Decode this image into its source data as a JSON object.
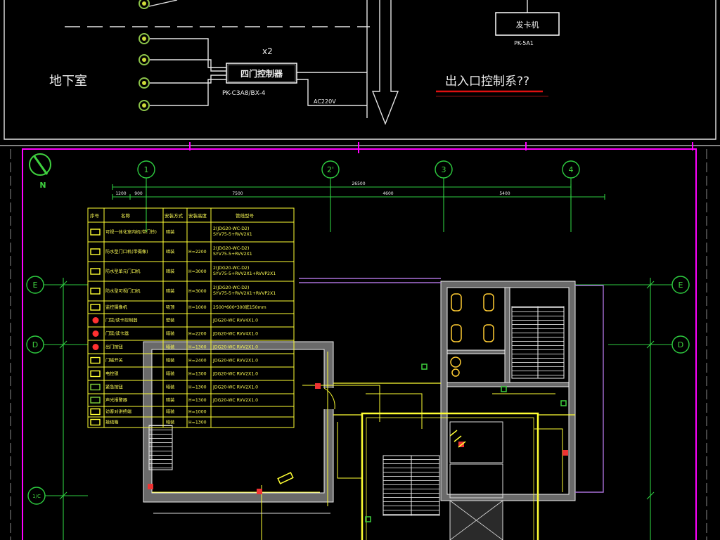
{
  "drawing": {
    "riser": {
      "basement_label": "地下室",
      "multiplier": "x2",
      "controller_label": "四门控制器",
      "controller_model": "PK-C3A8/BX-4",
      "power_label": "AC220V",
      "card_issuer_label": "发卡机",
      "card_issuer_model": "PK-5A1",
      "system_title": "出入口控制系??"
    },
    "plan": {
      "north_label": "N",
      "axes_horizontal": [
        "1",
        "2'",
        "3",
        "4"
      ],
      "axes_vertical": [
        "E",
        "D",
        "1/C"
      ],
      "dimensions": {
        "overall": "26500",
        "segments": [
          "1200",
          "900",
          "7500",
          "4600",
          "5400"
        ]
      },
      "legend": {
        "headers": [
          "序号",
          "名称",
          "安装方式",
          "安装高度",
          "管线型号"
        ],
        "rows": [
          {
            "icon": "video-indoor-unit-icon",
            "icon_color": "#ffff33",
            "name": "可视一体化室内机(带门铃)",
            "mount": "暗装",
            "height": "",
            "cable": [
              "2(JDG20-WC-D2)",
              "SYV75-5+RVV2X1"
            ]
          },
          {
            "icon": "outdoor-station-icon",
            "icon_color": "#ffff33",
            "name": "防水型门口机(带摄像)",
            "mount": "暗装",
            "height": "H=2200",
            "cable": [
              "2(JDG20-WC-D2)",
              "SYV75-5+RVV2X1"
            ]
          },
          {
            "icon": "unit-door-station-icon",
            "icon_color": "#ffff33",
            "name": "防水型单元门口机",
            "mount": "暗装",
            "height": "H=3000",
            "cable": [
              "2(JDG20-WC-D2)",
              "SYV75-5+RVV2X1+RVVP2X1"
            ]
          },
          {
            "icon": "video-door-station-icon",
            "icon_color": "#ffff33",
            "name": "防水型可视门口机",
            "mount": "暗装",
            "height": "H=3000",
            "cable": [
              "2(JDG20-WC-D2)",
              "SYV75-5+RVV2X1+RVVP2X1"
            ]
          },
          {
            "icon": "cctv-camera-icon",
            "icon_color": "#ffff33",
            "name": "监控摄像机",
            "mount": "吸顶",
            "height": "H=1000",
            "cable": [
              "2500*600*300底150mm"
            ]
          },
          {
            "icon": "access-controller-icon",
            "icon_color": "#ff3030",
            "name": "门禁/读卡控制器",
            "mount": "壁装",
            "height": "",
            "cable": [
              "JDG20-WC RVV4X1.0"
            ]
          },
          {
            "icon": "card-reader-icon",
            "icon_color": "#ff3030",
            "name": "门禁/读卡器",
            "mount": "暗装",
            "height": "H=2200",
            "cable": [
              "JDG20-WC RVV4X1.0"
            ]
          },
          {
            "icon": "exit-button-icon",
            "icon_color": "#ff3030",
            "name": "出门按钮",
            "mount": "暗装",
            "height": "H=1300",
            "cable": [
              "JDG20-WC RVV2X1.0"
            ]
          },
          {
            "icon": "door-contact-icon",
            "icon_color": "#ffff33",
            "name": "门磁开关",
            "mount": "暗装",
            "height": "H=2400",
            "cable": [
              "JDG20-WC RVV2X1.0"
            ]
          },
          {
            "icon": "electric-lock-icon",
            "icon_color": "#ffff33",
            "name": "电控锁",
            "mount": "暗装",
            "height": "H=1300",
            "cable": [
              "JDG20-WC RVV2X1.0"
            ]
          },
          {
            "icon": "emergency-button-icon",
            "icon_color": "#7fd13b",
            "name": "紧急按钮",
            "mount": "暗装",
            "height": "H=1300",
            "cable": [
              "JDG20-WC RVV2X1.0"
            ]
          },
          {
            "icon": "alarm-sounder-icon",
            "icon_color": "#7fd13b",
            "name": "声光报警器",
            "mount": "暗装",
            "height": "H=1300",
            "cable": [
              "JDG20-WC RVV2X1.0"
            ]
          },
          {
            "icon": "intercom-terminal-icon",
            "icon_color": "#ffff33",
            "name": "访客对讲终端",
            "mount": "暗装",
            "height": "H=1000",
            "cable": []
          },
          {
            "icon": "junction-box-icon",
            "icon_color": "#ffff33",
            "name": "接线箱",
            "mount": "暗装",
            "height": "H=1300",
            "cable": []
          }
        ]
      }
    }
  },
  "colors": {
    "background": "#000000",
    "line_work": "#e6e6e6",
    "grid_axis": "#2ecc40",
    "legend": "#ffff33",
    "drawing_border": "#ff00ff",
    "title_underline": "#e01010",
    "device": "#8bc34a",
    "conduit_route": "#a970d8"
  }
}
